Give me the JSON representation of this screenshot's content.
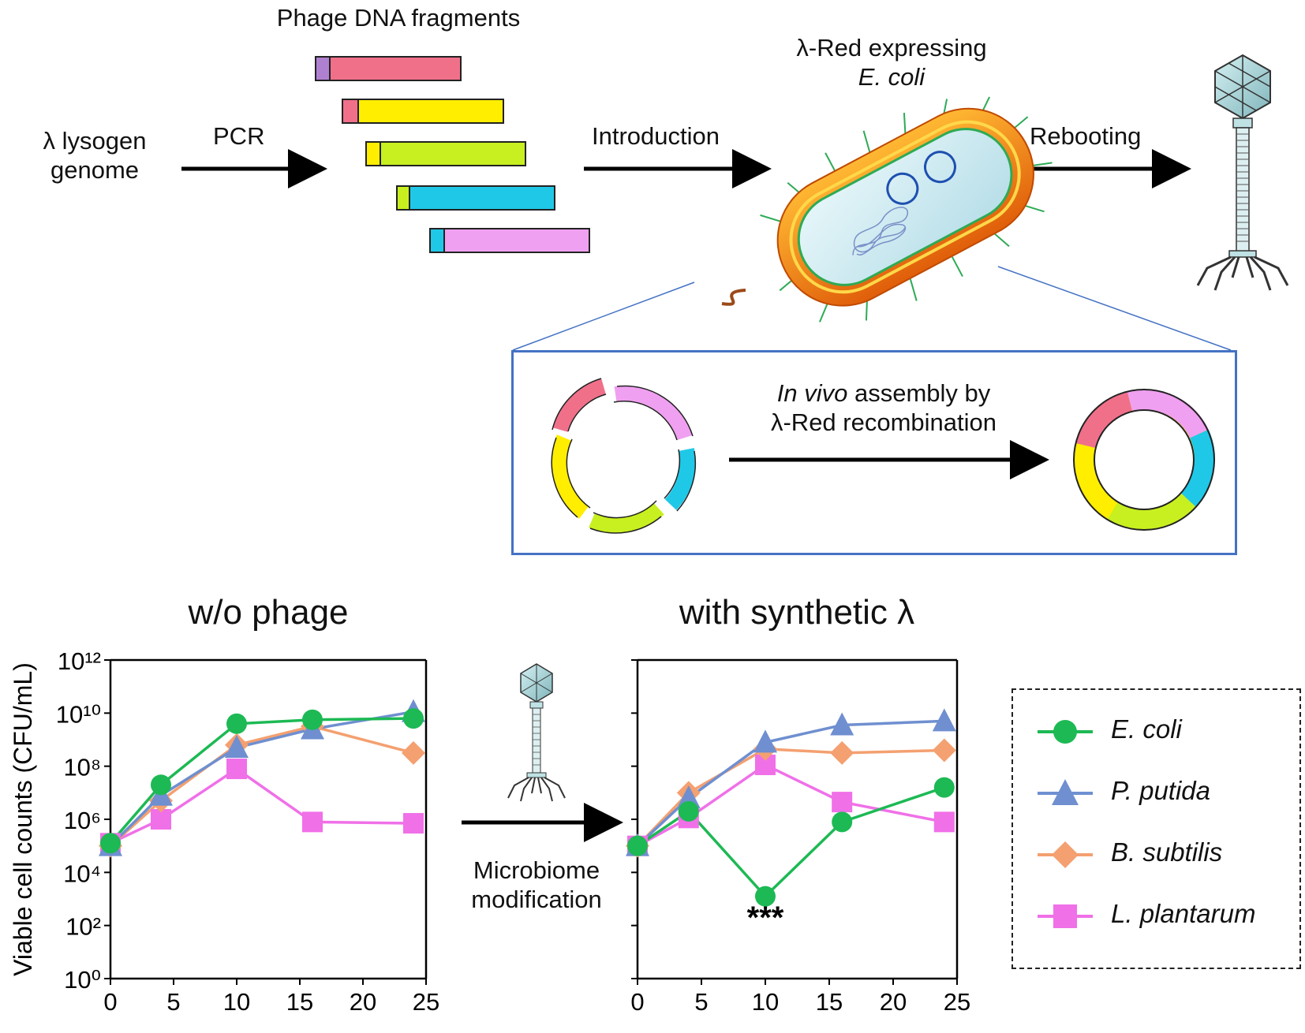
{
  "diagram": {
    "fragments_label": "Phage DNA fragments",
    "source_label_line1": "λ lysogen",
    "source_label_line2": "genome",
    "pcr_label": "PCR",
    "introduction_label": "Introduction",
    "host_label_line1": "λ-Red expressing",
    "host_label_line2": "E. coli",
    "rebooting_label": "Rebooting",
    "assembly_label_italic": "In vivo",
    "assembly_label_rest": " assembly by",
    "assembly_label_line2": "λ-Red recombination",
    "microbiome_label_line1": "Microbiome",
    "microbiome_label_line2": "modification",
    "fragment_colors": [
      "#F0708A",
      "#FFF000",
      "#C8F020",
      "#20C8E8",
      "#F0A0F0",
      "#B080D0"
    ]
  },
  "chart_data": [
    {
      "type": "line",
      "title": "w/o phage",
      "ylabel": "Viable cell counts (CFU/mL)",
      "xlabel": "",
      "y_scale": "log10",
      "ylim_exponent": [
        0,
        12
      ],
      "y_tick_labels": [
        "10^0",
        "10^2",
        "10^4",
        "10^6",
        "10^8",
        "10^10",
        "10^12"
      ],
      "xlim": [
        0,
        25
      ],
      "x_ticks": [
        0,
        5,
        10,
        15,
        20,
        25
      ],
      "series": [
        {
          "name": "E. coli",
          "color": "#1DB954",
          "marker": "circle",
          "x": [
            0,
            4,
            10,
            16,
            24
          ],
          "log10_y": [
            5.1,
            7.3,
            9.6,
            9.75,
            9.8
          ]
        },
        {
          "name": "P. putida",
          "color": "#6F8FD0",
          "marker": "triangle",
          "x": [
            0,
            4,
            10,
            16,
            24
          ],
          "log10_y": [
            5.0,
            6.9,
            8.7,
            9.4,
            10.05
          ]
        },
        {
          "name": "B. subtilis",
          "color": "#F4A070",
          "marker": "diamond",
          "x": [
            0,
            4,
            10,
            16,
            24
          ],
          "log10_y": [
            5.0,
            6.7,
            8.8,
            9.5,
            8.5
          ]
        },
        {
          "name": "L. plantarum",
          "color": "#F070E8",
          "marker": "square",
          "x": [
            0,
            4,
            10,
            16,
            24
          ],
          "log10_y": [
            5.1,
            6.0,
            7.9,
            5.9,
            5.85
          ]
        }
      ]
    },
    {
      "type": "line",
      "title": "with synthetic λ",
      "y_scale": "log10",
      "ylim_exponent": [
        0,
        12
      ],
      "xlim": [
        0,
        25
      ],
      "x_ticks": [
        0,
        5,
        10,
        15,
        20,
        25
      ],
      "annotation": "***",
      "series": [
        {
          "name": "E. coli",
          "color": "#1DB954",
          "marker": "circle",
          "x": [
            0,
            4,
            10,
            16,
            24
          ],
          "log10_y": [
            5.0,
            6.3,
            3.1,
            5.9,
            7.2
          ]
        },
        {
          "name": "P. putida",
          "color": "#6F8FD0",
          "marker": "triangle",
          "x": [
            0,
            4,
            10,
            16,
            24
          ],
          "log10_y": [
            5.0,
            6.8,
            8.9,
            9.55,
            9.7
          ]
        },
        {
          "name": "B. subtilis",
          "color": "#F4A070",
          "marker": "diamond",
          "x": [
            0,
            4,
            10,
            16,
            24
          ],
          "log10_y": [
            5.0,
            7.0,
            8.65,
            8.5,
            8.6
          ]
        },
        {
          "name": "L. plantarum",
          "color": "#F070E8",
          "marker": "square",
          "x": [
            0,
            4,
            10,
            16,
            24
          ],
          "log10_y": [
            5.0,
            6.05,
            8.05,
            6.65,
            5.9
          ]
        }
      ]
    }
  ],
  "legend": {
    "items": [
      {
        "label": "E. coli",
        "color": "#1DB954",
        "marker": "circle"
      },
      {
        "label": "P. putida",
        "color": "#6F8FD0",
        "marker": "triangle"
      },
      {
        "label": "B. subtilis",
        "color": "#F4A070",
        "marker": "diamond"
      },
      {
        "label": "L. plantarum",
        "color": "#F070E8",
        "marker": "square"
      }
    ]
  }
}
